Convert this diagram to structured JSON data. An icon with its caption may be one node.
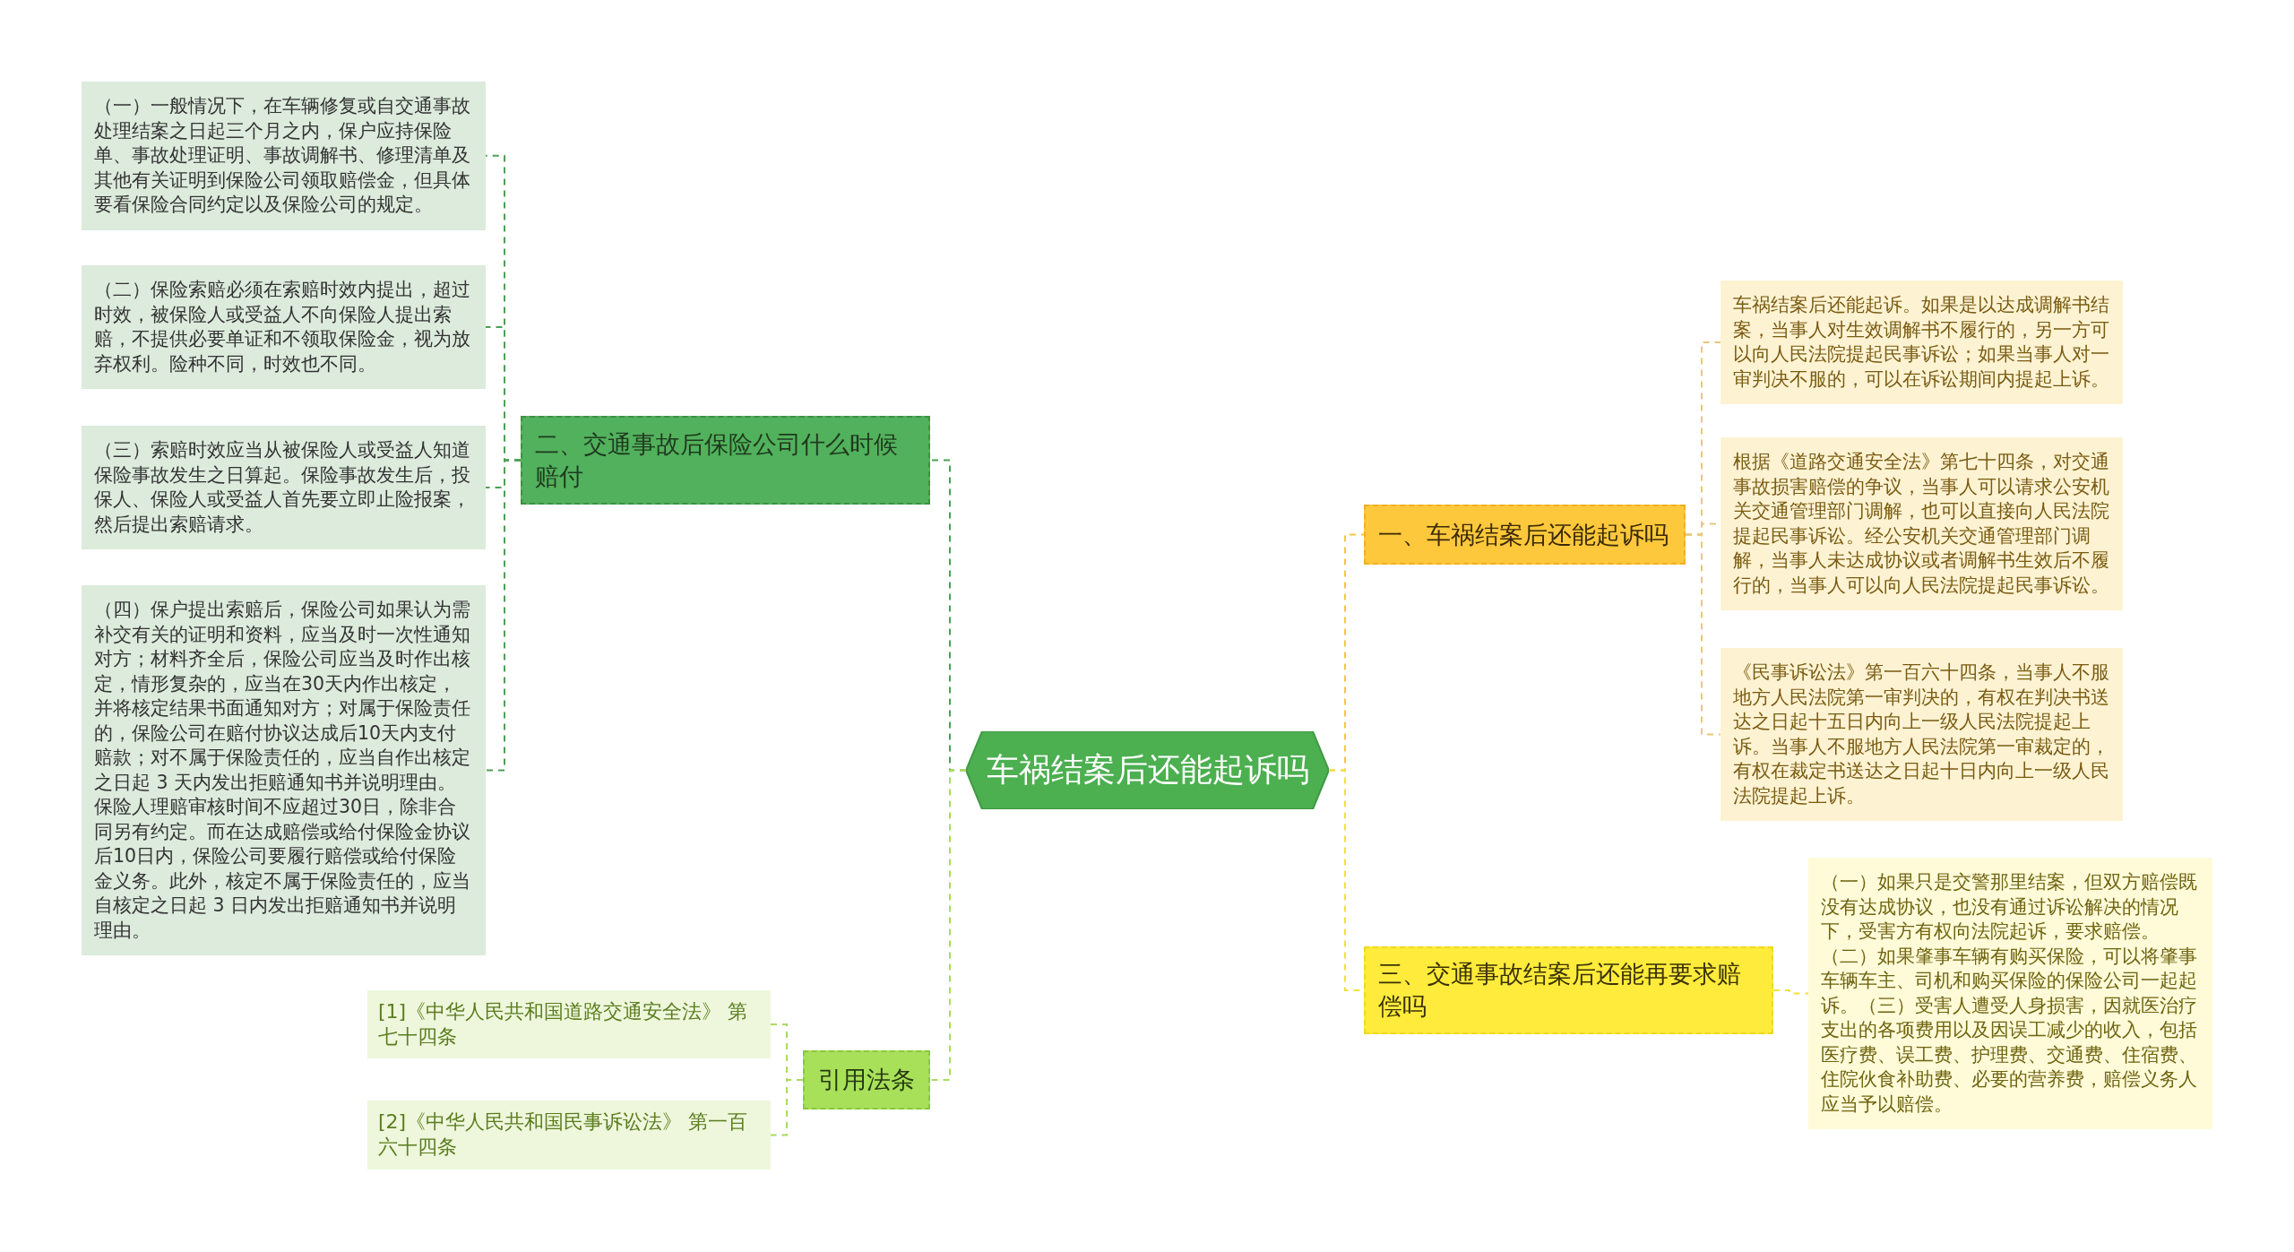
{
  "diagram": {
    "nodes": [
      {
        "text": [
          "车祸结案后还能起诉吗"
        ]
      },
      {
        "text": [
          "二、交通事故后保险公司什么时候赔付"
        ]
      },
      {
        "text": [
          "（一）一般情况下，在车辆修复或自交通事故处理结案之日起三个月之内，保户应持保险单、事故处理证明、事故调解书、修理清单及其他有关证明到保险公司领取赔偿金，但具体要看保险合同约定以及保险公司的规定。"
        ]
      },
      {
        "text": [
          "（二）保险索赔必须在索赔时效内提出，超过时效，被保险人或受益人不向保险人提出索赔，不提供必要单证和不领取保险金，视为放弃权利。险种不同，时效也不同。"
        ]
      },
      {
        "text": [
          "（三）索赔时效应当从被保险人或受益人知道保险事故发生之日算起。保险事故发生后，投保人、保险人或受益人首先要立即止险报案，然后提出索赔请求。"
        ]
      },
      {
        "text": [
          "（四）保户提出索赔后，保险公司如果认为需补交有关的证明和资料，应当及时一次性通知对方；材料齐全后，保险公司应当及时作出核定，情形复杂的，应当在30天内作出核定，并将核定结果书面通知对方；对属于保险责任的，保险公司在赔付协议达成后10天内支付赔款；对不属于保险责任的，应当自作出核定之日起 3 天内发出拒赔通知书并说明理由。保险人理赔审核时间不应超过30日，除非合同另有约定。而在达成赔偿或给付保险金协议后10日内，保险公司要履行赔偿或给付保险金义务。此外，核定不属于保险责任的，应当自核定之日起 3 日内发出拒赔通知书并说明理由。"
        ]
      },
      {
        "text": [
          "引用法条"
        ]
      },
      {
        "text": [
          "[1]《中华人民共和国道路交通安全法》 第七十四条"
        ]
      },
      {
        "text": [
          "[2]《中华人民共和国民事诉讼法》 第一百六十四条"
        ]
      },
      {
        "text": [
          "一、车祸结案后还能起诉吗"
        ]
      },
      {
        "text": [
          "车祸结案后还能起诉。如果是以达成调解书结案，当事人对生效调解书不履行的，另一方可以向人民法院提起民事诉讼；如果当事人对一审判决不服的，可以在诉讼期间内提起上诉。"
        ]
      },
      {
        "text": [
          "根据《道路交通安全法》第七十四条，对交通事故损害赔偿的争议，当事人可以请求公安机关交通管理部门调解，也可以直接向人民法院提起民事诉讼。经公安机关交通管理部门调解，当事人未达成协议或者调解书生效后不履行的，当事人可以向人民法院提起民事诉讼。"
        ]
      },
      {
        "text": [
          "《民事诉讼法》第一百六十四条，当事人不服地方人民法院第一审判决的，有权在判决书送达之日起十五日内向上一级人民法院提起上诉。当事人不服地方人民法院第一审裁定的，有权在裁定书送达之日起十日内向上一级人民法院提起上诉。"
        ]
      },
      {
        "text": [
          "三、交通事故结案后还能再要求赔偿吗"
        ]
      },
      {
        "text": [
          "（一）如果只是交警那里结案，但双方赔偿既没有达成协议，也没有通过诉讼解决的情况下，受害方有权向法院起诉，要求赔偿。（二）如果肇事车辆有购买保险，可以将肇事车辆车主、司机和购买保险的保险公司一起起诉。（三）受害人遭受人身损害，因就医治疗支出的各项费用以及因误工减少的收入，包括医疗费、误工费、护理费、交通费、住宿费、住院伙食补助费、必要的营养费，赔偿义务人应当予以赔偿。"
        ]
      }
    ],
    "edges": [
      {
        "from": 0,
        "to": 1,
        "arrow": "none",
        "style": "dashed"
      },
      {
        "from": 1,
        "to": 2,
        "arrow": "none",
        "style": "dashed"
      },
      {
        "from": 1,
        "to": 3,
        "arrow": "none",
        "style": "dashed"
      },
      {
        "from": 1,
        "to": 4,
        "arrow": "none",
        "style": "dashed"
      },
      {
        "from": 1,
        "to": 5,
        "arrow": "none",
        "style": "dashed"
      },
      {
        "from": 0,
        "to": 6,
        "arrow": "none",
        "style": "dashed",
        "color": "#a8dc5c"
      },
      {
        "from": 6,
        "to": 7,
        "arrow": "none",
        "style": "dashed",
        "color": "#a8dc5c"
      },
      {
        "from": 6,
        "to": 8,
        "arrow": "none",
        "style": "dashed",
        "color": "#a8dc5c"
      },
      {
        "from": 0,
        "to": 9,
        "arrow": "none",
        "style": "dashed",
        "color": "#f5c842"
      },
      {
        "from": 9,
        "to": 10,
        "arrow": "none",
        "style": "dashed",
        "color": "#e8c878"
      },
      {
        "from": 9,
        "to": 11,
        "arrow": "none",
        "style": "dashed",
        "color": "#e8c878"
      },
      {
        "from": 9,
        "to": 12,
        "arrow": "none",
        "style": "dashed",
        "color": "#e8c878"
      },
      {
        "from": 0,
        "to": 13,
        "arrow": "none",
        "style": "dashed",
        "color": "#f2e23a"
      },
      {
        "from": 13,
        "to": 14,
        "arrow": "none",
        "style": "dashed",
        "color": "#f2e23a"
      }
    ]
  }
}
